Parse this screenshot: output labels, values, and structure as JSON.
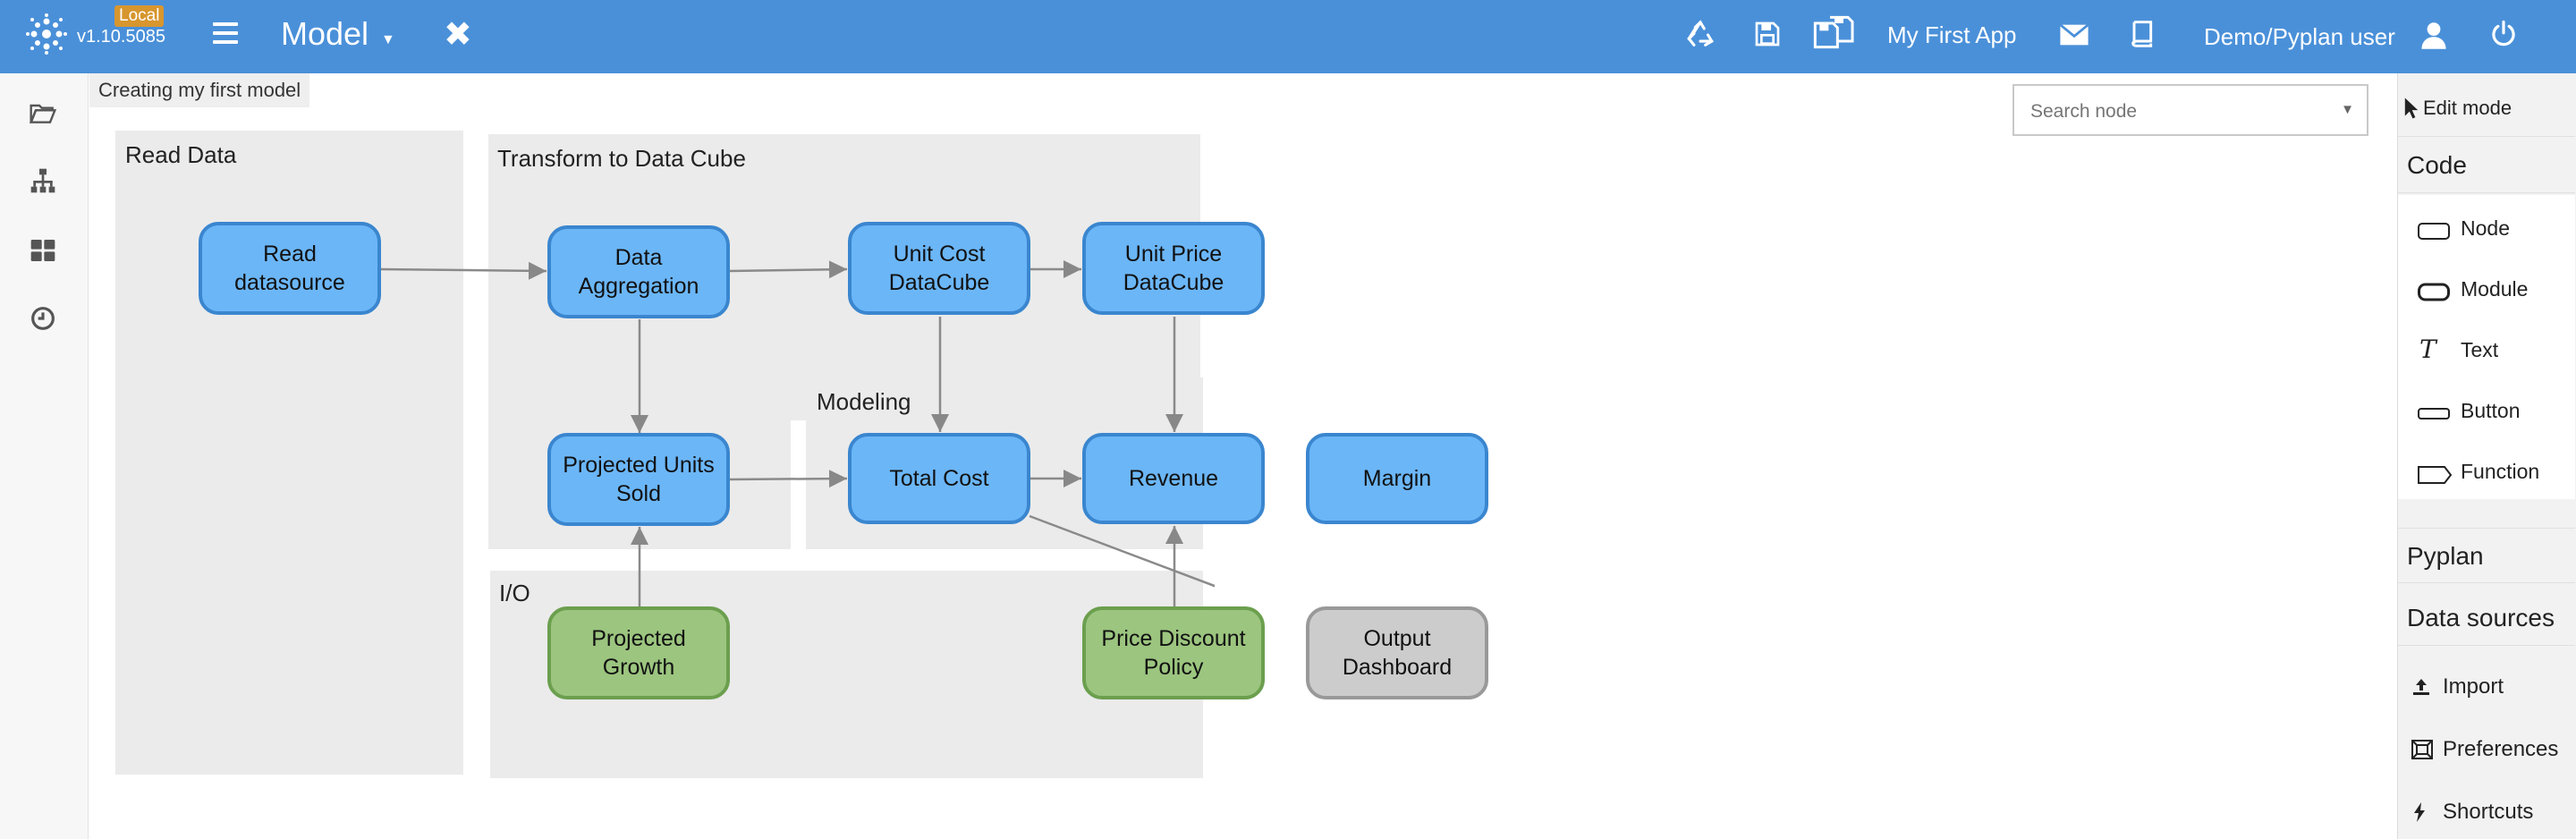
{
  "topbar": {
    "env_badge": "Local",
    "version": "v1.10.5085",
    "section_title": "Model",
    "app_name": "My First App",
    "user_name": "Demo/Pyplan user",
    "icons": [
      "recycle-icon",
      "save-icon",
      "save-as-icon",
      "mail-icon",
      "book-icon",
      "user-icon",
      "power-icon"
    ]
  },
  "breadcrumb": "Creating my first model",
  "search": {
    "placeholder": "Search node"
  },
  "groups": {
    "read_data": "Read Data",
    "transform": "Transform to Data Cube",
    "modeling": "Modeling",
    "io": "I/O"
  },
  "nodes": {
    "read_datasource": [
      "Read",
      "datasource"
    ],
    "data_aggregation": [
      "Data",
      "Aggregation"
    ],
    "unit_cost": [
      "Unit Cost",
      "DataCube"
    ],
    "unit_price": [
      "Unit Price",
      "DataCube"
    ],
    "projected_units": [
      "Projected Units",
      "Sold"
    ],
    "total_cost": [
      "Total Cost"
    ],
    "revenue": [
      "Revenue"
    ],
    "margin": [
      "Margin"
    ],
    "projected_growth": [
      "Projected",
      "Growth"
    ],
    "price_discount": [
      "Price Discount",
      "Policy"
    ],
    "output_dashboard": [
      "Output",
      "Dashboard"
    ]
  },
  "colors": {
    "topbar": "#4a90d9",
    "node_blue": "#6bb6f7",
    "node_green": "#9cc57f",
    "node_grey": "#cccccc",
    "badge": "#d7962e"
  },
  "rightbar": {
    "edit_mode": "Edit mode",
    "code": "Code",
    "tools": [
      "Node",
      "Module",
      "Text",
      "Button",
      "Function"
    ],
    "pyplan": "Pyplan",
    "data_sources": "Data sources",
    "import": "Import",
    "preferences": "Preferences",
    "shortcuts": "Shortcuts"
  },
  "leftbar": {
    "icons": [
      "folder-icon",
      "hierarchy-icon",
      "dashboard-icon",
      "clock-icon"
    ]
  }
}
